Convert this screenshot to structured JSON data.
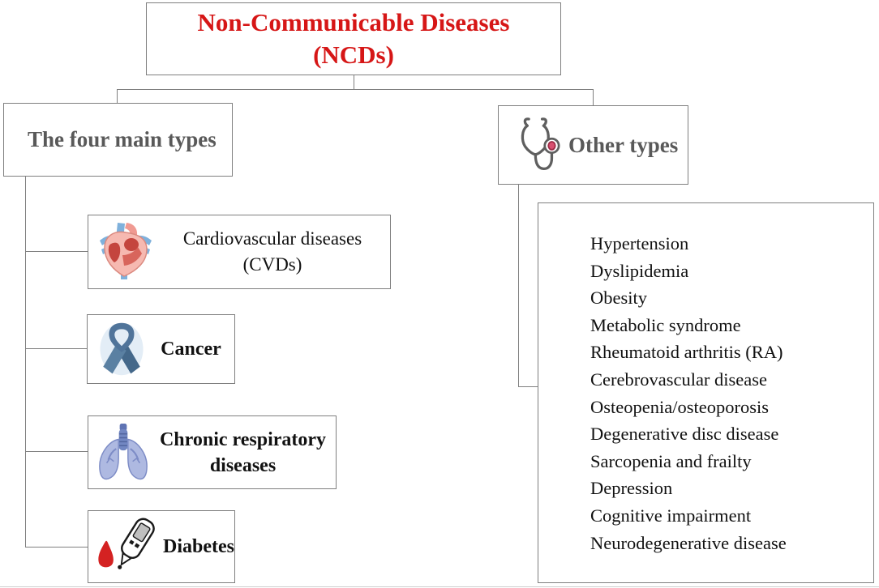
{
  "title": {
    "line1": "Non-Communicable Diseases",
    "line2": "(NCDs)"
  },
  "main_branch": {
    "heading": "The four main types",
    "items": [
      {
        "line1": "Cardiovascular diseases",
        "line2": "(CVDs)",
        "icon": "anatomical-heart"
      },
      {
        "line1": "Cancer",
        "line2": "",
        "icon": "cancer-awareness-ribbon"
      },
      {
        "line1": "Chronic respiratory",
        "line2": "diseases",
        "icon": "lungs"
      },
      {
        "line1": "Diabetes",
        "line2": "",
        "icon": "glucometer-with-blood-drop"
      }
    ]
  },
  "other_branch": {
    "heading": "Other types",
    "icon": "stethoscope",
    "items": [
      "Hypertension",
      "Dyslipidemia",
      "Obesity",
      "Metabolic syndrome",
      "Rheumatoid arthritis (RA)",
      "Cerebrovascular disease",
      "Osteopenia/osteoporosis",
      "Degenerative disc disease",
      "Sarcopenia and frailty",
      "Depression",
      "Cognitive impairment",
      "Neurodegenerative disease"
    ]
  },
  "colors": {
    "title_red": "#d61616",
    "heading_gray": "#595959",
    "border_gray": "#7f7f7f",
    "body_text": "#111111",
    "ribbon_blue": "#50749a",
    "lungs_blue": "#aeb9e1",
    "heart_pink": "#f6b9b1",
    "blood_red": "#d42222"
  }
}
